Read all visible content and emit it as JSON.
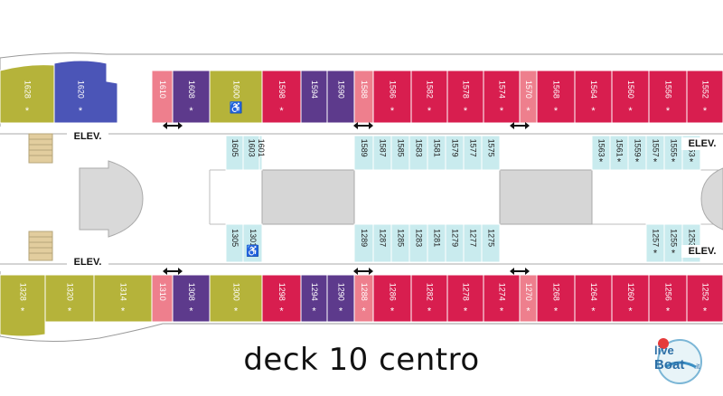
{
  "deck_title": "deck 10 centro",
  "watermark": {
    "line1": "live",
    "line2": "Boat",
    "suffix": ".it"
  },
  "colors": {
    "olive": "#b5b33a",
    "blue": "#4b55b7",
    "purple": "#5d3a8c",
    "red": "#d81e4f",
    "pink": "#ee7f8d",
    "aqua": "#c9ebee",
    "corridor": "#d6d6d6",
    "line": "#999999"
  },
  "elevator_label": "ELEV.",
  "accessible_icon": "wheelchair-icon",
  "walkway_icon": "double-arrow-icon",
  "top_outer_cabins": [
    {
      "num": "1628",
      "color": "olive",
      "star": true
    },
    {
      "num": "1620",
      "color": "blue",
      "star": true
    },
    {
      "num": "1610",
      "color": "pink",
      "star": false
    },
    {
      "num": "1608",
      "color": "purple",
      "star": true
    },
    {
      "num": "1600",
      "color": "olive",
      "star": false,
      "accessible": true
    },
    {
      "num": "1598",
      "color": "red",
      "star": true
    },
    {
      "num": "1594",
      "color": "purple",
      "star": false
    },
    {
      "num": "1590",
      "color": "purple",
      "star": false
    },
    {
      "num": "1588",
      "color": "pink",
      "star": false
    },
    {
      "num": "1586",
      "color": "red",
      "star": true
    },
    {
      "num": "1582",
      "color": "red",
      "star": true
    },
    {
      "num": "1578",
      "color": "red",
      "star": true
    },
    {
      "num": "1574",
      "color": "red",
      "star": true
    },
    {
      "num": "1570",
      "color": "pink",
      "star": true
    },
    {
      "num": "1568",
      "color": "red",
      "star": true
    },
    {
      "num": "1564",
      "color": "red",
      "star": true
    },
    {
      "num": "1560",
      "color": "red",
      "star": true
    },
    {
      "num": "1556",
      "color": "red",
      "star": true
    },
    {
      "num": "1552",
      "color": "red",
      "star": true
    }
  ],
  "top_inner_cabins": [
    {
      "num": "1605",
      "star": false
    },
    {
      "num": "1603",
      "star": false
    },
    {
      "num": "1601",
      "star": false
    },
    {
      "num": "1589",
      "star": false
    },
    {
      "num": "1587",
      "star": false
    },
    {
      "num": "1585",
      "star": false
    },
    {
      "num": "1583",
      "star": false
    },
    {
      "num": "1581",
      "star": false
    },
    {
      "num": "1579",
      "star": false
    },
    {
      "num": "1577",
      "star": false
    },
    {
      "num": "1575",
      "star": false
    },
    {
      "num": "1563",
      "star": true
    },
    {
      "num": "1561",
      "star": true
    },
    {
      "num": "1559",
      "star": true
    },
    {
      "num": "1557",
      "star": true
    },
    {
      "num": "1555",
      "star": true
    },
    {
      "num": "1553",
      "star": true
    }
  ],
  "bottom_inner_cabins": [
    {
      "num": "1305",
      "star": false
    },
    {
      "num": "1301",
      "star": false,
      "accessible": true
    },
    {
      "num": "1289",
      "star": false
    },
    {
      "num": "1287",
      "star": false
    },
    {
      "num": "1285",
      "star": false
    },
    {
      "num": "1283",
      "star": false
    },
    {
      "num": "1281",
      "star": false
    },
    {
      "num": "1279",
      "star": false
    },
    {
      "num": "1277",
      "star": false
    },
    {
      "num": "1275",
      "star": false
    },
    {
      "num": "1257",
      "star": true
    },
    {
      "num": "1255",
      "star": true
    },
    {
      "num": "1253",
      "star": true
    }
  ],
  "bottom_outer_cabins": [
    {
      "num": "1328",
      "color": "olive",
      "star": true
    },
    {
      "num": "1320",
      "color": "olive",
      "star": true
    },
    {
      "num": "1314",
      "color": "olive",
      "star": true
    },
    {
      "num": "1310",
      "color": "pink",
      "star": false
    },
    {
      "num": "1308",
      "color": "purple",
      "star": true
    },
    {
      "num": "1300",
      "color": "olive",
      "star": true
    },
    {
      "num": "1298",
      "color": "red",
      "star": true
    },
    {
      "num": "1294",
      "color": "purple",
      "star": true
    },
    {
      "num": "1290",
      "color": "purple",
      "star": true
    },
    {
      "num": "1288",
      "color": "pink",
      "star": true
    },
    {
      "num": "1286",
      "color": "red",
      "star": true
    },
    {
      "num": "1282",
      "color": "red",
      "star": true
    },
    {
      "num": "1278",
      "color": "red",
      "star": true
    },
    {
      "num": "1274",
      "color": "red",
      "star": true
    },
    {
      "num": "1270",
      "color": "pink",
      "star": true
    },
    {
      "num": "1268",
      "color": "red",
      "star": true
    },
    {
      "num": "1264",
      "color": "red",
      "star": true
    },
    {
      "num": "1260",
      "color": "red",
      "star": true
    },
    {
      "num": "1256",
      "color": "red",
      "star": true
    },
    {
      "num": "1252",
      "color": "red",
      "star": true
    }
  ]
}
